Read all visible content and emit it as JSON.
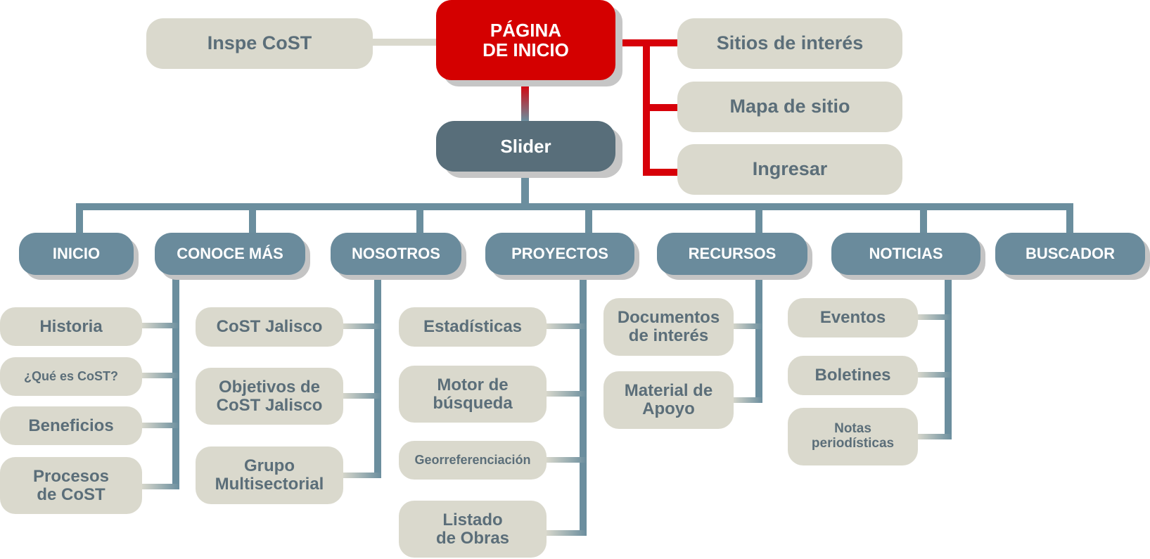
{
  "home": "PÁGINA\nDE INICIO",
  "slider": "Slider",
  "top_left": "Inspe CoST",
  "top_right": [
    "Sitios de interés",
    "Mapa de sitio",
    "Ingresar"
  ],
  "categories": [
    {
      "label": "INICIO",
      "items": [
        "Historia",
        "¿Qué es CoST?",
        "Beneficios",
        "Procesos\nde CoST"
      ]
    },
    {
      "label": "CONOCE MÁS",
      "items": [
        "CoST Jalisco",
        "Objetivos de\nCoST Jalisco",
        "Grupo\nMultisectorial"
      ]
    },
    {
      "label": "NOSOTROS",
      "items": []
    },
    {
      "label": "PROYECTOS",
      "items": [
        "Estadísticas",
        "Motor de\nbúsqueda",
        "Georreferenciación",
        "Listado\nde Obras"
      ]
    },
    {
      "label": "RECURSOS",
      "items": [
        "Documentos\nde interés",
        "Material de\nApoyo"
      ]
    },
    {
      "label": "NOTICIAS",
      "items": [
        "Eventos",
        "Boletines",
        "Notas\nperiodísticas"
      ]
    },
    {
      "label": "BUSCADOR",
      "items": []
    }
  ],
  "colors": {
    "home_red": "#d40000",
    "slider_slate": "#586e7a",
    "category_blue": "#6a8b9c",
    "leaf_beige": "#dad9cd",
    "leaf_text": "#5b6e79"
  }
}
